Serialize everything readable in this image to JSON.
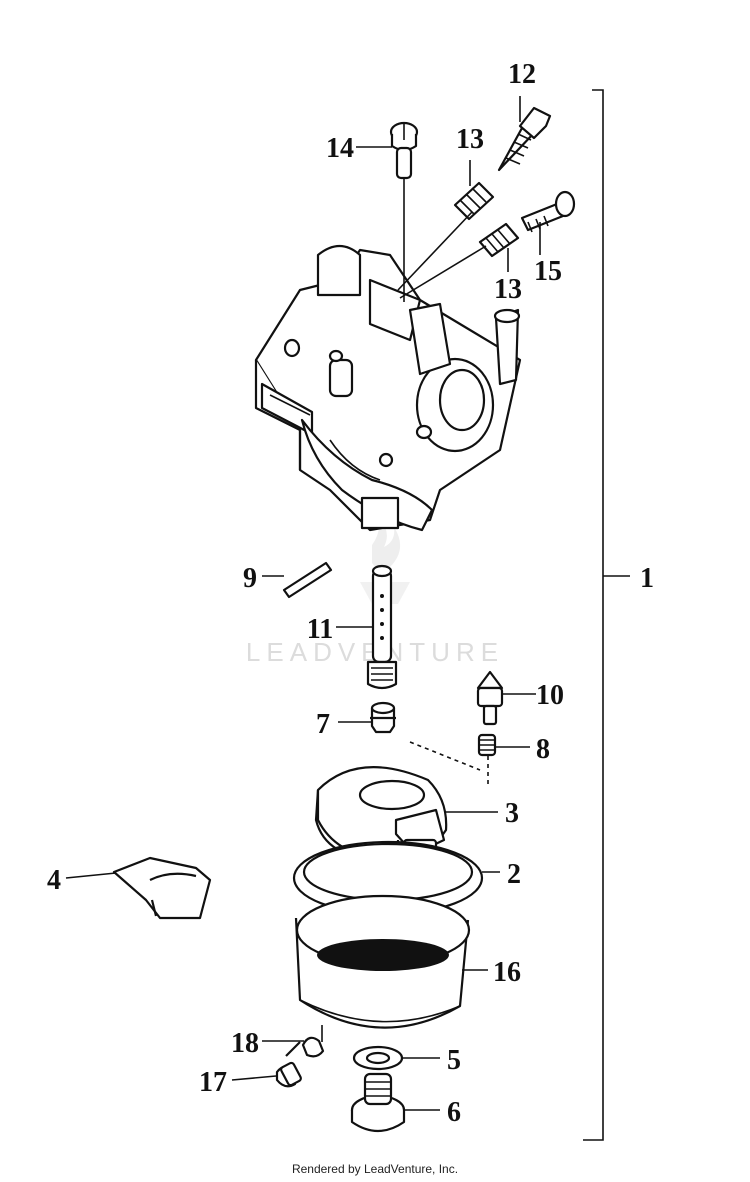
{
  "callouts": {
    "c12": "12",
    "c14": "14",
    "c13a": "13",
    "c13b": "13",
    "c15": "15",
    "c1": "1",
    "c9": "9",
    "c11": "11",
    "c10": "10",
    "c7": "7",
    "c8": "8",
    "c3": "3",
    "c4": "4",
    "c2": "2",
    "c16": "16",
    "c18": "18",
    "c5": "5",
    "c17": "17",
    "c6": "6"
  },
  "watermark": "LEADVENTURE",
  "footer": "Rendered by LeadVenture, Inc."
}
